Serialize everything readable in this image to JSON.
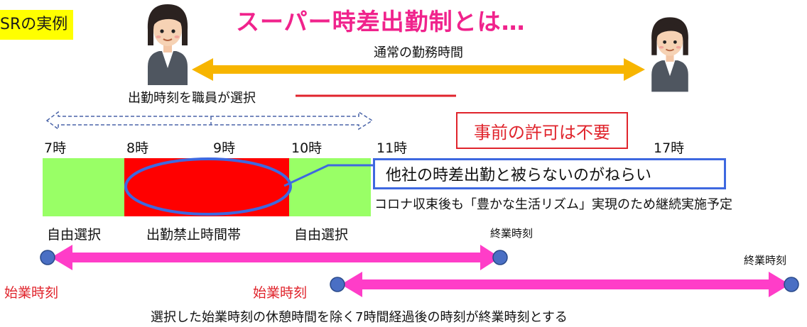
{
  "header": {
    "tag_label": "SRの実例",
    "title": "スーパー時差出勤制とは…"
  },
  "diagram": {
    "normal_hours_label": "通常の勤務時間",
    "employee_selects_label": "出勤時刻を職員が選択",
    "no_permission_label": "事前の許可は不要",
    "hours": [
      "7時",
      "8時",
      "9時",
      "10時",
      "11時",
      "17時"
    ],
    "goal_label": "他社の時差出勤と被らないのがねらい",
    "continuation_note": "コロナ収束後も「豊かな生活リズム」実現のため継続実施予定",
    "zones": {
      "free_left": "自由選択",
      "prohibited": "出勤禁止時間帯",
      "free_right": "自由選択"
    },
    "end_time_label_1": "終業時刻",
    "end_time_label_2": "終業時刻",
    "start_time_label_1": "始業時刻",
    "start_time_label_2": "始業時刻",
    "footnote": "選択した始業時刻の休憩時間を除く7時間経過後の時刻が終業時刻とする"
  },
  "colors": {
    "tag_bg": "#ffff00",
    "title": "#f0238c",
    "normal_arrow": "#f7b500",
    "free_zone": "#99ff66",
    "prohibited_zone": "#ff0000",
    "ellipse_outline": "#3e68e0",
    "magenta_arrow": "#ff3dc8",
    "dot": "#4a6fc4",
    "accent_red": "#e0242c"
  },
  "icons": {
    "person_left": "businesswoman-icon",
    "person_right": "businesswoman-icon"
  }
}
